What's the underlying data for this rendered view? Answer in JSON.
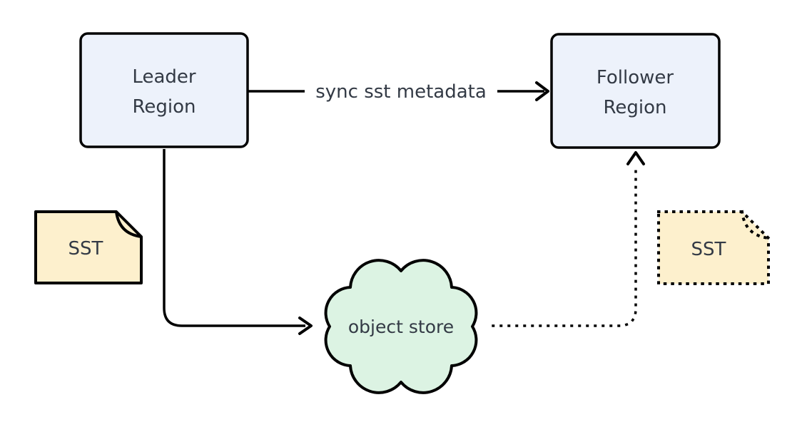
{
  "diagram": {
    "nodes": {
      "leader": {
        "label_line1": "Leader",
        "label_line2": "Region"
      },
      "follower": {
        "label_line1": "Follower",
        "label_line2": "Region"
      },
      "object_store": {
        "label": "object store"
      },
      "sst_left": {
        "label": "SST"
      },
      "sst_right": {
        "label": "SST"
      }
    },
    "edges": {
      "sync": {
        "label": "sync sst metadata",
        "style": "solid",
        "from": "Leader Region",
        "to": "Follower Region"
      },
      "leader_to_store": {
        "style": "solid",
        "from": "Leader Region",
        "to": "object store"
      },
      "store_to_follower": {
        "style": "dotted",
        "from": "object store",
        "to": "Follower Region"
      }
    },
    "colors": {
      "region_fill": "#edf2fb",
      "cloud_fill": "#dcf3e3",
      "sst_fill": "#fdf0cd",
      "stroke": "#000000",
      "text": "#333a45",
      "background": "#ffffff"
    }
  }
}
